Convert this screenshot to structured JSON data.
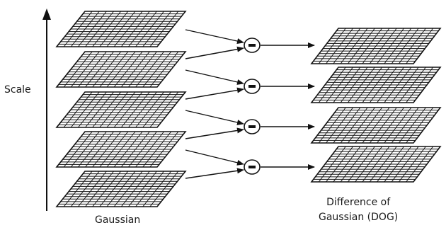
{
  "labels": {
    "scale": "Scale",
    "gaussian": "Gaussian",
    "dog_line1": "Difference of",
    "dog_line2": "Gaussian (DOG)"
  },
  "diagram": {
    "gaussian_level_count": 5,
    "dog_level_count": 4,
    "operator_symbol": "minus",
    "grid_color": "#111111",
    "grid_fill": "#ffffff"
  }
}
